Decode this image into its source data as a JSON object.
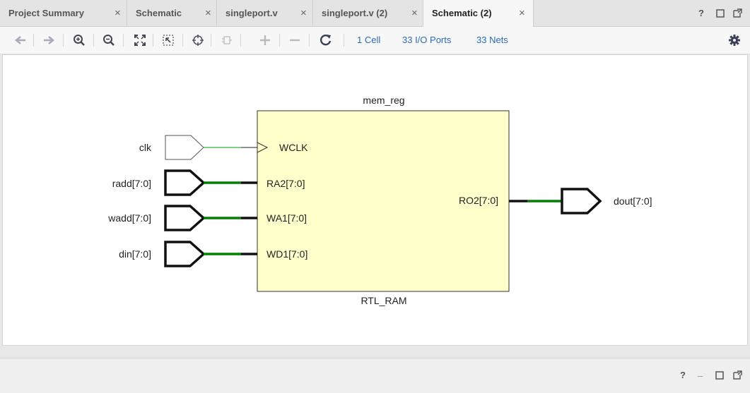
{
  "tabs": [
    {
      "label": "Project Summary"
    },
    {
      "label": "Schematic"
    },
    {
      "label": "singleport.v"
    },
    {
      "label": "singleport.v (2)"
    },
    {
      "label": "Schematic (2)"
    }
  ],
  "window_controls": {
    "help": "?",
    "minimize": "_"
  },
  "toolbar": {
    "icons": [
      "back-arrow-icon",
      "forward-arrow-icon",
      "zoom-in-icon",
      "zoom-out-icon",
      "zoom-fit-icon",
      "zoom-selection-icon",
      "crosshair-icon",
      "expand-collapse-icon",
      "plus-icon",
      "minus-icon",
      "refresh-icon",
      "gear-icon"
    ],
    "cells": "1 Cell",
    "io_ports": "33 I/O Ports",
    "nets": "33 Nets"
  },
  "schematic": {
    "cell_name": "mem_reg",
    "cell_type": "RTL_RAM",
    "input_ports": [
      "clk",
      "radd[7:0]",
      "wadd[7:0]",
      "din[7:0]"
    ],
    "pins_in": [
      "WCLK",
      "RA2[7:0]",
      "WA1[7:0]",
      "WD1[7:0]"
    ],
    "pin_out": "RO2[7:0]",
    "output_port": "dout[7:0]",
    "colors": {
      "block_fill": "#ffffcc",
      "bus_net": "#008000",
      "clock_net": "#00a000"
    }
  }
}
